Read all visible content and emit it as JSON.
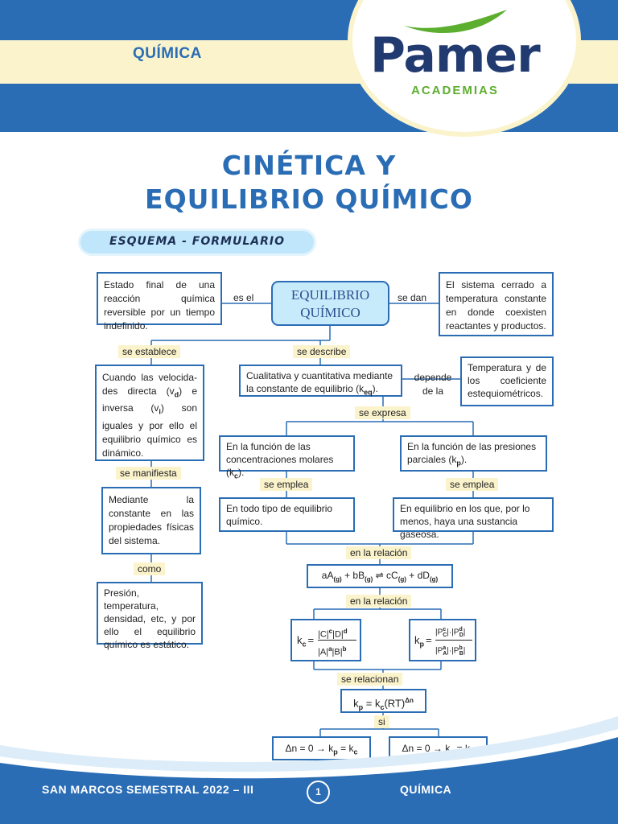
{
  "header": {
    "subject": "QUÍMICA",
    "logo_name": "Pamer",
    "logo_sub": "ACADEMIAS",
    "colors": {
      "blue": "#2a6db5",
      "cream": "#fbf3cc",
      "navy": "#213a70",
      "green": "#5cae2f"
    }
  },
  "title": {
    "line1": "CINÉTICA Y",
    "line2": "EQUILIBRIO QUÍMICO"
  },
  "section_label": "ESQUEMA - FORMULARIO",
  "diagram": {
    "central": {
      "line1": "EQUILIBRIO",
      "line2": "QUÍMICO"
    },
    "left_def": "Estado final de una reacción química reversible por un tiempo indefinido.",
    "right_def": "El sistema cerrado a temperatura constante en donde coexisten reactantes y productos.",
    "es_el": "es el",
    "se_dan": "se dan",
    "se_establece": "se establece",
    "se_describe": "se describe",
    "dinamico": {
      "line1": "Cuando las velocida-",
      "line2": "des directa",
      "v1": "v",
      "v1_sub": "d",
      "mid": ") e inversa (",
      "v2": "v",
      "v2_sub": "i",
      "line4": "son iguales y por ello el equilibrio químico es dinámico."
    },
    "describe_box": {
      "text": "Cualitativa y cuantitativa mediante la constante de equilibrio (",
      "k": "k",
      "k_sub": "eq",
      "end": ")."
    },
    "depende_line1": "depende",
    "depende_line2": "de la",
    "temp_box": "Temperatura y de los coeficiente estequiométricos.",
    "se_manifiesta": "se manifiesta",
    "manifiesta_box": "Mediante la constante en las propiedades físicas del sistema.",
    "como": "como",
    "estatico_box": "Presión, temperatura, densidad, etc, y por ello el equilibrio químico es estático.",
    "se_expresa": "se expresa",
    "molar_box": {
      "text": "En la función de las concentraciones molares (",
      "k": "k",
      "k_sub": "c",
      "end": ")."
    },
    "presion_box": {
      "text": "En la función de las presiones parciales (",
      "k": "k",
      "k_sub": "p",
      "end": ")."
    },
    "se_emplea_left": "se emplea",
    "se_emplea_right": "se emplea",
    "todo_box": "En todo tipo de equilibrio químico.",
    "gas_box": "En equilibrio en los que, por lo menos, haya una sustancia gaseosa.",
    "en_la_relacion_1": "en la relación",
    "reaction": {
      "a": "aA",
      "a_sub": "(g)",
      "plus1": "+ bB",
      "b_sub": "(g)",
      "arrow": "⇌",
      "c": "cC",
      "c_sub": "(g)",
      "plus2": "+ dD",
      "d_sub": "(g)"
    },
    "en_la_relacion_2": "en la relación",
    "kc_formula": {
      "k": "k",
      "k_sub": "c",
      "eq": "=",
      "num_c": "|C|",
      "num_c_exp": "c",
      "num_d": "|D|",
      "num_d_exp": "d",
      "den_a": "|A|",
      "den_a_exp": "a",
      "den_b": "|B|",
      "den_b_exp": "b"
    },
    "kp_formula": {
      "k": "k",
      "k_sub": "p",
      "eq": "=",
      "num": "|P",
      "num_c_sup": "c",
      "num_c_sub": "C",
      "mid_num": "|·|P",
      "num_d_sup": "d",
      "num_d_sub": "D",
      "end_num": "|",
      "den": "|P",
      "den_a_sup": "a",
      "den_a_sub": "A",
      "mid_den": "|·|P",
      "den_b_sup": "b",
      "den_b_sub": "B",
      "end_den": "|"
    },
    "se_relacionan": "se relacionan",
    "kp_kc": {
      "k1": "k",
      "k1_sub": "p",
      "eq": " = ",
      "k2": "k",
      "k2_sub": "c",
      "rt": "(RT)",
      "exp": "Δn"
    },
    "si": "si",
    "case1": {
      "text": "Δn = 0 → ",
      "k1": "k",
      "k1_sub": "p",
      "eq": " = ",
      "k2": "k",
      "k2_sub": "c"
    },
    "case2": {
      "text": "Δn = 0 → ",
      "k1": "k",
      "k1_sub": "c",
      "eq": " = ",
      "k2": "k",
      "k2_sub": "p"
    }
  },
  "footer": {
    "left": "SAN MARCOS SEMESTRAL 2022 – III",
    "page": "1",
    "right": "QUÍMICA"
  }
}
